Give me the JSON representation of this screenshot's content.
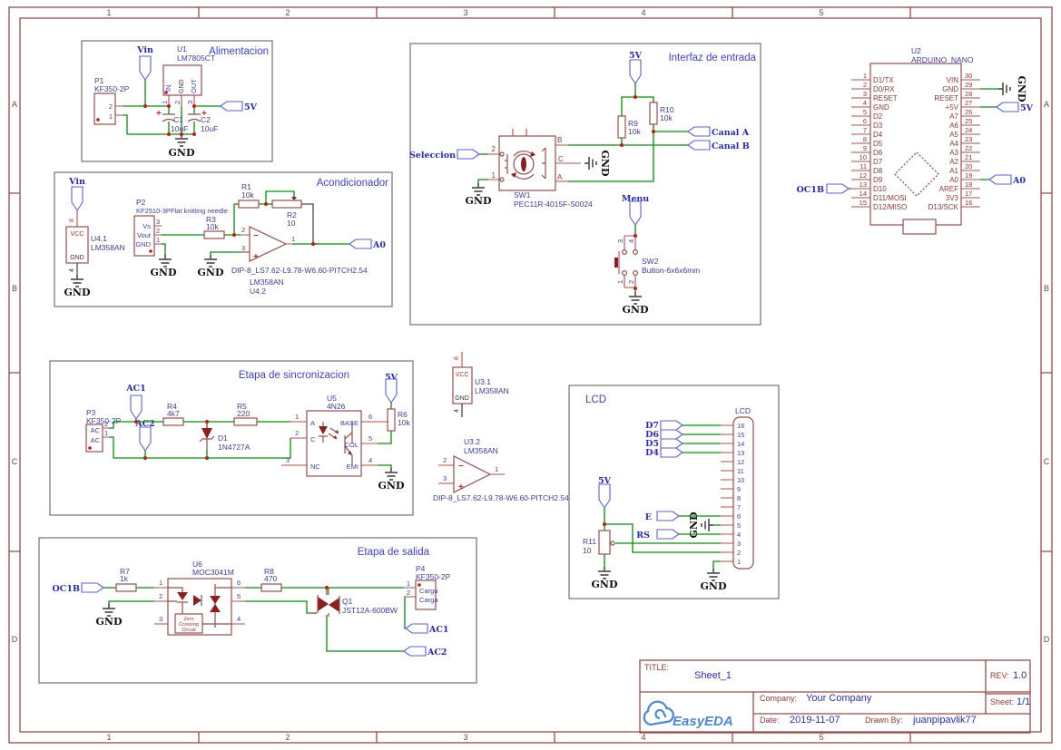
{
  "colors": {
    "wire": "#009300",
    "component": "#9e4b4b",
    "designator": "#3a3ab8",
    "flag_text": "#2525cd",
    "block_title": "#3c3cf0",
    "frame": "#a04848",
    "logo_blue": "#4a87e0",
    "junction": "#cc1515"
  },
  "labels": {
    "gnd": "GND"
  },
  "frame": {
    "cols": [
      "1",
      "2",
      "3",
      "4",
      "5"
    ],
    "rows": [
      "A",
      "B",
      "C",
      "D"
    ]
  },
  "alim": {
    "title": "Alimentacion",
    "vin": "Vin",
    "v5": "5V",
    "u1_ref": "U1",
    "u1_val": "LM7805CT",
    "pin_in": "IN",
    "pin_gnd": "GND",
    "pin_out": "OUT",
    "n1": "1",
    "n2": "2",
    "n3": "3",
    "p1_ref": "P1",
    "p1_val": "KF350-2P",
    "p1_n2": "2",
    "p1_n1": "1",
    "c1_ref": "C1",
    "c1_val": "10uF",
    "c2_ref": "C2",
    "c2_val": "10uF",
    "plus": "+"
  },
  "acond": {
    "title": "Acondicionador",
    "vin": "Vin",
    "u41_ref": "U4.1",
    "u41_val": "LM358AN",
    "vcc": "VCC",
    "gnd": "GND",
    "n8": "8",
    "n4": "4",
    "p2_ref": "P2",
    "p2_val": "KF2510-3PFlat knitting needle",
    "vs": "Vs",
    "vout": "Vout",
    "pgnd": "GND",
    "n3": "3",
    "n2": "2",
    "n1": "1",
    "r3_ref": "R3",
    "r3_val": "10k",
    "r1_ref": "R1",
    "r1_val": "10k",
    "r2_ref": "R2",
    "r2_val": "10",
    "op2": "2",
    "op3": "3",
    "op1": "1",
    "minus": "−",
    "plus": "+",
    "fp": "DIP-8_LS7.62-L9.78-W6.60-PITCH2.54",
    "u42_val": "LM358AN",
    "u42_ref": "U4.2",
    "a0": "A0"
  },
  "interfaz": {
    "title": "Interfaz de entrada",
    "v5": "5V",
    "r9_ref": "R9",
    "r9_val": "10k",
    "r10_ref": "R10",
    "r10_val": "10k",
    "canal_a": "Canal A",
    "canal_b": "Canal B",
    "seleccion": "Seleccion",
    "menu": "Menu",
    "sw1_ref": "SW1",
    "sw1_val": "PEC11R-4015F-S0024",
    "pb": "B",
    "pc": "C",
    "pa": "A",
    "n2": "2",
    "n1": "1",
    "sw2_ref": "SW2",
    "sw2_val": "Button-6x6x6mm",
    "sn3": "3",
    "sn4": "4",
    "sn1": "1",
    "sn2": "2"
  },
  "arduino": {
    "ref": "U2",
    "val": "ARDUINO_NANO",
    "left": [
      [
        "1",
        "D1/TX"
      ],
      [
        "2",
        "D0/RX"
      ],
      [
        "3",
        "RESET"
      ],
      [
        "4",
        "GND"
      ],
      [
        "5",
        "D2"
      ],
      [
        "6",
        "D3"
      ],
      [
        "7",
        "D4"
      ],
      [
        "8",
        "D5"
      ],
      [
        "9",
        "D6"
      ],
      [
        "10",
        "D7"
      ],
      [
        "11",
        "D8"
      ],
      [
        "12",
        "D9"
      ],
      [
        "13",
        "D10"
      ],
      [
        "14",
        "D11/MOSI"
      ],
      [
        "15",
        "D12/MISO"
      ]
    ],
    "right": [
      [
        "30",
        "VIN"
      ],
      [
        "29",
        "GND"
      ],
      [
        "28",
        "RESET"
      ],
      [
        "27",
        "+5V"
      ],
      [
        "26",
        "A7"
      ],
      [
        "25",
        "A6"
      ],
      [
        "24",
        "A5"
      ],
      [
        "23",
        "A4"
      ],
      [
        "22",
        "A3"
      ],
      [
        "21",
        "A2"
      ],
      [
        "20",
        "A1"
      ],
      [
        "19",
        "A0"
      ],
      [
        "18",
        "AREF"
      ],
      [
        "17",
        "3V3"
      ],
      [
        "16",
        "D13/SCK"
      ]
    ],
    "v5": "5V",
    "a0": "A0",
    "oc1b": "OC1B"
  },
  "sincro": {
    "title": "Etapa de sincronizacion",
    "ac1": "AC1",
    "ac2": "AC2",
    "p3_ref": "P3",
    "p3_val": "KF350-2P",
    "ac_a": "AC",
    "ac_b": "AC",
    "n2": "2",
    "n1": "1",
    "r4_ref": "R4",
    "r4_val": "4k7",
    "r5_ref": "R5",
    "r5_val": "220",
    "d1_ref": "D1",
    "d1_val": "1N4727A",
    "u5_ref": "U5",
    "u5_val": "4N26",
    "pn1": "1",
    "pn2": "2",
    "pn3": "3",
    "pn6": "6",
    "pn5": "5",
    "pn4": "4",
    "pa": "A",
    "pc": "C",
    "pnc": "NC",
    "pbase": "BASE",
    "pcol": "COL",
    "pemi": "EMI",
    "v5": "5V",
    "r6_ref": "R6",
    "r6_val": "10k"
  },
  "u3": {
    "u31_ref": "U3.1",
    "u31_val": "LM358AN",
    "vcc": "VCC",
    "gnd": "GND",
    "n8": "8",
    "n4": "4",
    "u32_ref": "U3.2",
    "u32_val": "LM358AN",
    "n2": "2",
    "n3": "3",
    "n1": "1",
    "minus": "−",
    "plus": "+",
    "fp": "DIP-8_LS7.62-L9.78-W6.60-PITCH2.54"
  },
  "lcd": {
    "title": "LCD",
    "conn": "LCD",
    "pins": [
      "16",
      "15",
      "14",
      "13",
      "12",
      "11",
      "10",
      "9",
      "8",
      "7",
      "6",
      "5",
      "4",
      "3",
      "2",
      "1"
    ],
    "d7": "D7",
    "d6": "D6",
    "d5": "D5",
    "d4": "D4",
    "e": "E",
    "rs": "RS",
    "v5": "5V",
    "r11_ref": "R11",
    "r11_val": "10"
  },
  "salida": {
    "title": "Etapa de salida",
    "oc1b": "OC1B",
    "r7_ref": "R7",
    "r7_val": "1k",
    "r8_ref": "R8",
    "r8_val": "470",
    "u6_ref": "U6",
    "u6_val": "MOC3041M",
    "n1": "1",
    "n2": "2",
    "n3": "3",
    "n6": "6",
    "n5": "5",
    "n4": "4",
    "zc1": "Zero",
    "zc2": "Crossing",
    "zc3": "Circuit",
    "q1_ref": "Q1",
    "q1_val": "JST12A-600BW",
    "p4_ref": "P4",
    "p4_val": "KF350-2P",
    "pn1": "1",
    "pn2": "2",
    "carga1": "Carga",
    "carga2": "Carga",
    "ac1": "AC1",
    "ac2": "AC2"
  },
  "titleblock": {
    "title_label": "TITLE:",
    "title": "Sheet_1",
    "rev_label": "REV:",
    "rev": "1.0",
    "company_label": "Company:",
    "company": "Your Company",
    "sheet_label": "Sheet:",
    "sheet": "1/1",
    "date_label": "Date:",
    "date": "2019-11-07",
    "drawn_label": "Drawn By:",
    "drawn": "juanpipavlik77",
    "logo": "EasyEDA"
  }
}
